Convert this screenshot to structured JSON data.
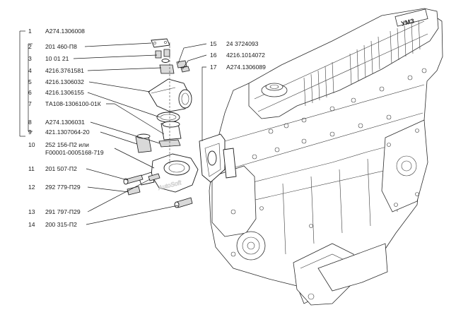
{
  "callouts_left": [
    {
      "num": "1",
      "code": "А274.1306008"
    },
    {
      "num": "2",
      "code": "201 460-П8"
    },
    {
      "num": "3",
      "code": "10 01 21"
    },
    {
      "num": "4",
      "code": "4216.3761581"
    },
    {
      "num": "5",
      "code": "4216.1306032"
    },
    {
      "num": "6",
      "code": "4216.1306155"
    },
    {
      "num": "7",
      "code": "ТА108-1306100-01К"
    },
    {
      "num": "8",
      "code": "А274.1306031"
    },
    {
      "num": "9",
      "code": "421.1307064-20"
    },
    {
      "num": "10",
      "code": "252 156-П2 или",
      "code2": "F00001-0005168-719"
    },
    {
      "num": "11",
      "code": "201 507-П2"
    },
    {
      "num": "12",
      "code": "292 779-П29"
    },
    {
      "num": "13",
      "code": "291 797-П29"
    },
    {
      "num": "14",
      "code": "200 315-П2"
    }
  ],
  "callouts_right": [
    {
      "num": "15",
      "code": "24 3724093"
    },
    {
      "num": "16",
      "code": "4216.1014072"
    },
    {
      "num": "17",
      "code": "А274.1306089"
    }
  ],
  "engine": {
    "cover_logo": "УМЗ"
  },
  "watermark": "AutoSoft"
}
